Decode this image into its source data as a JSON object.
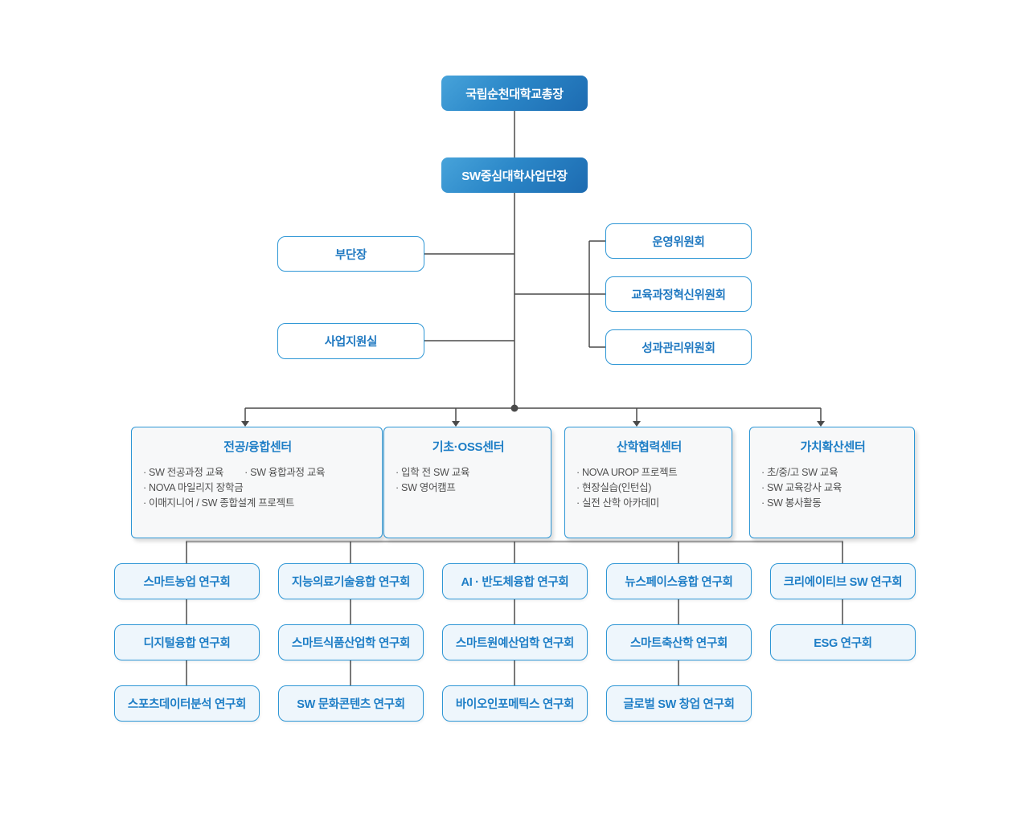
{
  "org": {
    "root": "국립순천대학교총장",
    "director": "SW중심대학사업단장",
    "staff": [
      {
        "label": "부단장"
      },
      {
        "label": "사업지원실"
      }
    ],
    "committees": [
      {
        "label": "운영위원회"
      },
      {
        "label": "교육과정혁신위원회"
      },
      {
        "label": "성과관리위원회"
      }
    ],
    "centers": [
      {
        "title": "전공/융합센터",
        "items": [
          "· SW 전공과정 교육",
          "· SW 융합과정 교육",
          "· NOVA 마일리지 장학금",
          "· 이매지니어  / SW 종합설계 프로젝트"
        ]
      },
      {
        "title": "기초·OSS센터",
        "items": [
          "· 입학 전 SW 교육",
          "· SW 영어캠프"
        ]
      },
      {
        "title": "산학협력센터",
        "items": [
          "· NOVA UROP 프로젝트",
          "· 현장실습(인턴십)",
          "· 실전 산학 아카데미"
        ]
      },
      {
        "title": "가치확산센터",
        "items": [
          "· 초/중/고 SW 교육",
          "· SW 교육강사 교육",
          "· SW 봉사활동"
        ]
      }
    ],
    "research_columns": [
      [
        "스마트농업 연구회",
        "디지털융합 연구회",
        "스포츠데이터분석 연구회"
      ],
      [
        "지능의료기술융합 연구회",
        "스마트식품산업학 연구회",
        "SW 문화콘텐츠 연구회"
      ],
      [
        "AI · 반도체융합 연구회",
        "스마트원예산업학 연구회",
        "바이오인포메틱스 연구회"
      ],
      [
        "뉴스페이스융합 연구회",
        "스마트축산학 연구회",
        "글로벌 SW 창업 연구회"
      ],
      [
        "크리에이티브 SW 연구회",
        "ESG 연구회"
      ]
    ],
    "colors": {
      "primary_gradient_start": "#47a3da",
      "primary_gradient_end": "#1d6bb1",
      "node_border_blue": "#2d96d5",
      "node_text_blue": "#2079c1",
      "center_bg": "#f7f8f9",
      "research_bg": "#eef6fc",
      "line_dark": "#4a4a4a",
      "line_light": "#aaaaaa"
    }
  }
}
